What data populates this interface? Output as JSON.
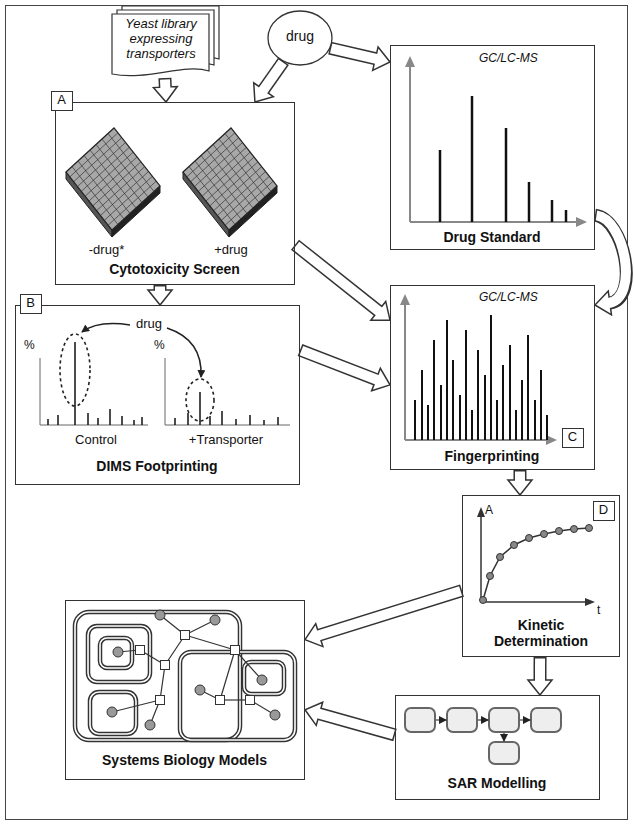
{
  "diagram": {
    "nodes": [
      {
        "text": [
          "Yeast library expressing transporters"
        ]
      },
      {
        "text": [
          "drug"
        ]
      },
      {
        "text": [
          "GC/LC-MS",
          "Drug Standard"
        ]
      },
      {
        "text": [
          "-drug*",
          "+drug",
          "Cytotoxicity Screen"
        ]
      },
      {
        "text": [
          "A"
        ],
        "in": 3
      },
      {
        "text": [
          "drug",
          "%",
          "%",
          "Control",
          "+Transporter",
          "DIMS Footprinting"
        ]
      },
      {
        "text": [
          "B"
        ],
        "in": 5
      },
      {
        "text": [
          "GC/LC-MS",
          "Fingerprinting"
        ]
      },
      {
        "text": [
          "C"
        ],
        "in": 7
      },
      {
        "text": [
          "A",
          "t",
          "Kinetic Determination"
        ]
      },
      {
        "text": [
          "D"
        ],
        "in": 9
      },
      {
        "text": [
          "Systems Biology Models"
        ]
      },
      {
        "text": [
          "SAR Modelling"
        ]
      }
    ],
    "edges": [
      {
        "from": 0,
        "to": 3,
        "arrow": "to"
      },
      {
        "from": 1,
        "to": 3,
        "arrow": "to"
      },
      {
        "from": 1,
        "to": 2,
        "arrow": "to"
      },
      {
        "from": 2,
        "to": 7,
        "arrow": "to"
      },
      {
        "from": 3,
        "to": 7,
        "arrow": "to"
      },
      {
        "from": 3,
        "to": 5,
        "arrow": "to"
      },
      {
        "from": 5,
        "to": 7,
        "arrow": "to"
      },
      {
        "from": 7,
        "to": 9,
        "arrow": "to"
      },
      {
        "from": 9,
        "to": 11,
        "arrow": "to"
      },
      {
        "from": 9,
        "to": 12,
        "arrow": "to"
      },
      {
        "from": 12,
        "to": 11,
        "arrow": "to"
      }
    ]
  }
}
